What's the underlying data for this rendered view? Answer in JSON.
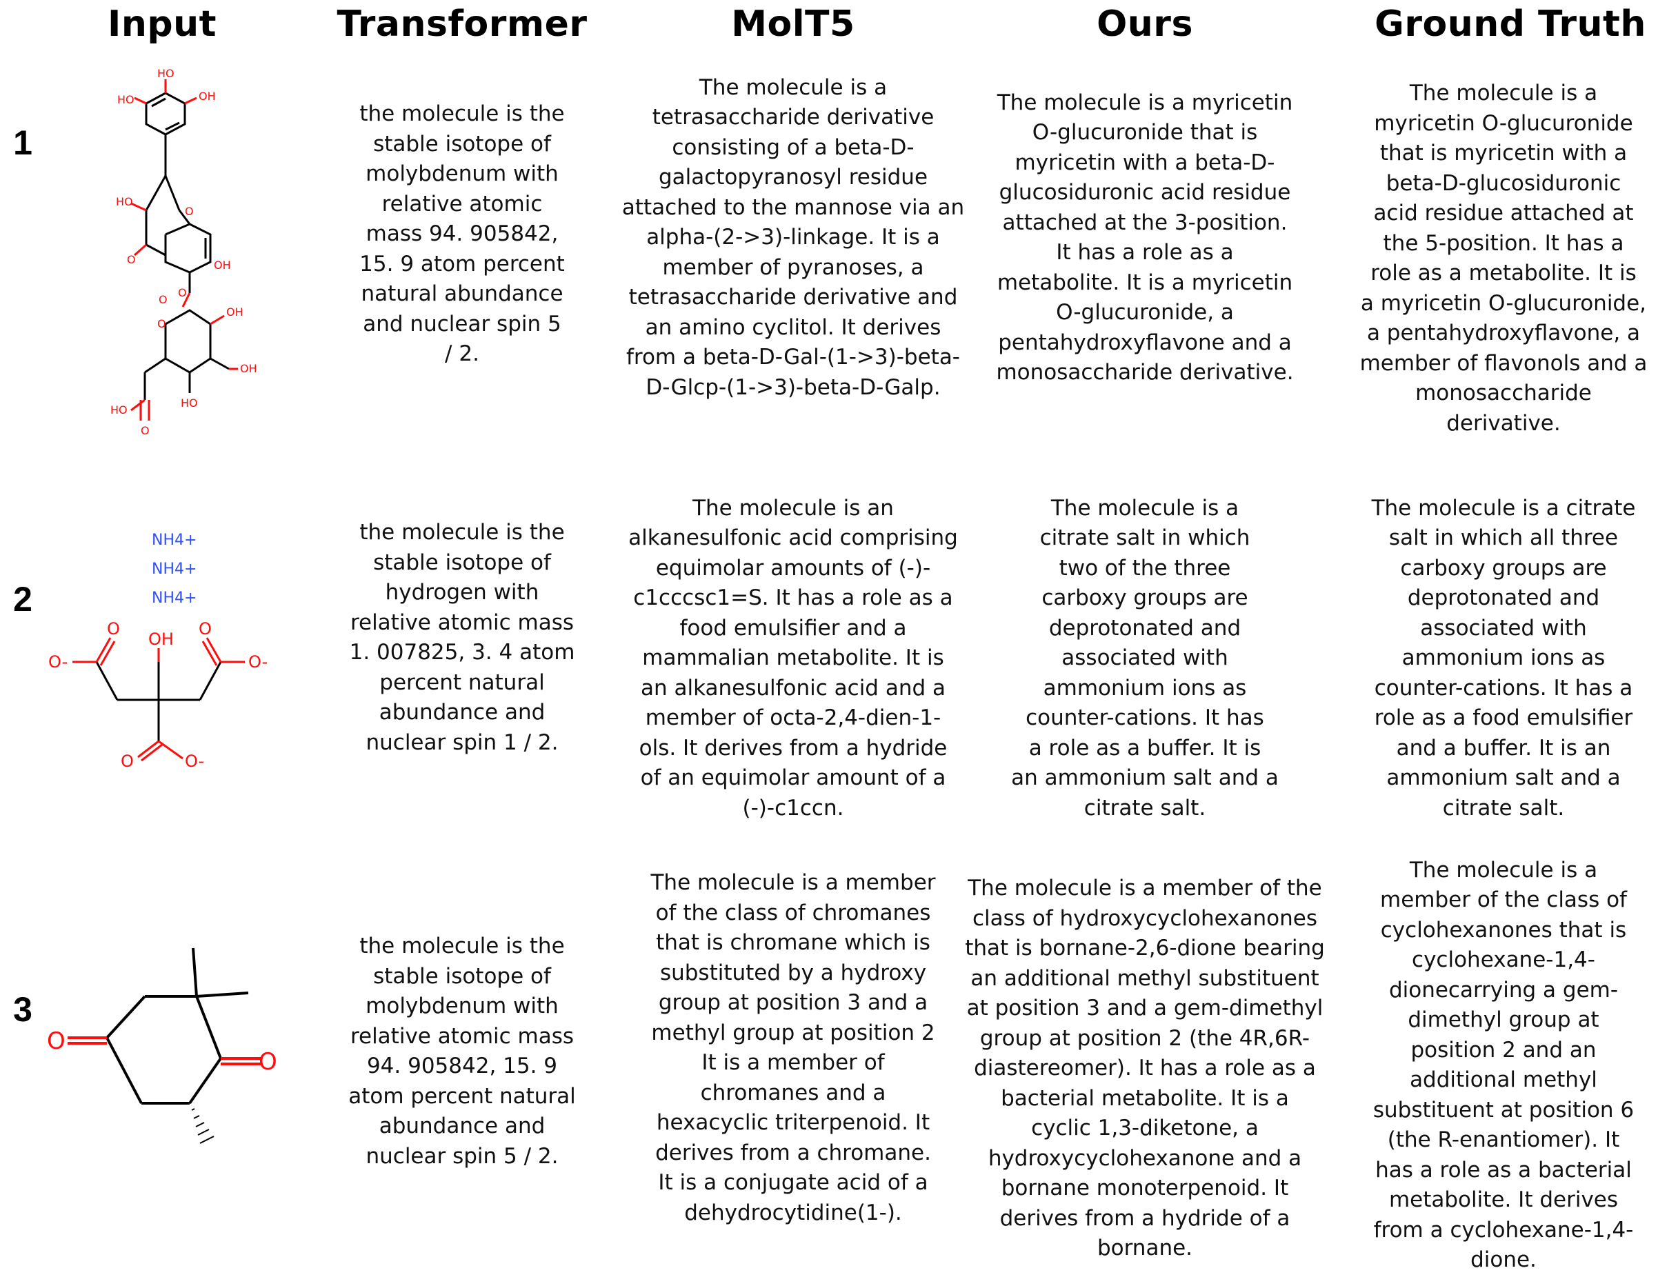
{
  "headers": {
    "input": "Input",
    "transformer": "Transformer",
    "molt5": "MolT5",
    "ours": "Ours",
    "ground_truth": "Ground Truth"
  },
  "rows": [
    {
      "number": "1",
      "molecule_labels": [
        "HO",
        "OH",
        "HO",
        "HO",
        "O",
        "O",
        "OH",
        "O",
        "O",
        "OH",
        "HO",
        "O",
        "OH",
        "HO",
        "O"
      ],
      "transformer": "the molecule is the stable isotope of molybdenum with relative atomic mass 94. 905842, 15. 9 atom percent natural abundance and nuclear spin 5 / 2.",
      "molt5": "The molecule is a tetrasaccharide derivative consisting of a beta-D-galactopyranosyl residue attached to the mannose via an alpha-(2->3)-linkage. It is a member of pyranoses, a tetrasaccharide derivative and an amino cyclitol. It derives from a beta-D-Gal-(1->3)-beta-D-Glcp-(1->3)-beta-D-Galp.",
      "ours": "The molecule is a myricetin O-glucuronide that is myricetin with a beta-D-glucosiduronic acid residue attached at the 3-position. It has a role as a metabolite. It is a myricetin O-glucuronide, a pentahydroxyflavone and a monosaccharide derivative.",
      "ground_truth": "The molecule is a myricetin O-glucuronide that is myricetin with a beta-D-glucosiduronic acid residue attached at the 5-position. It has a role as a metabolite. It is a myricetin O-glucuronide, a pentahydroxyflavone, a member of flavonols and a monosaccharide derivative."
    },
    {
      "number": "2",
      "molecule_labels": [
        "NH4+",
        "NH4+",
        "NH4+",
        "O",
        "O-",
        "OH",
        "O",
        "O-",
        "O",
        "O-"
      ],
      "transformer": "the molecule is the stable isotope of hydrogen with relative atomic mass 1. 007825, 3. 4 atom percent natural abundance and nuclear spin 1 / 2.",
      "molt5": "The molecule is an alkanesulfonic acid comprising equimolar amounts of (-)-c1cccsc1=S. It has a role as a food emulsifier and a mammalian metabolite. It is an alkanesulfonic acid and a member of octa-2,4-dien-1-ols. It derives from a hydride of an equimolar amount of a (-)-c1ccn.",
      "ours": "The molecule is a citrate salt in which two of the three carboxy groups are deprotonated and associated with ammonium ions as counter-cations. It has a role as a buffer. It is an ammonium salt and a citrate salt.",
      "ground_truth": "The molecule is a citrate salt in which all three carboxy groups are deprotonated and associated with ammonium ions as counter-cations. It has a role as a food emulsifier and a buffer. It is an ammonium salt and a citrate salt."
    },
    {
      "number": "3",
      "molecule_labels": [
        "O",
        "O"
      ],
      "transformer": "the molecule is the stable isotope of molybdenum with relative atomic mass 94. 905842, 15. 9 atom percent natural abundance and nuclear spin 5 / 2.",
      "molt5": "The molecule is a member of the class of chromanes that is chromane which is substituted by a hydroxy group at position 3 and a methyl group at position 2 It is a member of chromanes and a hexacyclic triterpenoid. It derives from a chromane. It is a conjugate acid of a dehydrocytidine(1-).",
      "ours": "The molecule is a member of the class of hydroxycyclohexanones that is bornane-2,6-dione bearing an additional methyl substituent at position 3 and a gem-dimethyl group at position 2 (the 4R,6R-diastereomer). It has a role as a bacterial metabolite. It is a cyclic 1,3-diketone, a hydroxycyclohexanone and a bornane monoterpenoid. It derives from a hydride of a bornane.",
      "ground_truth": "The molecule is a member of the class of cyclohexanones that is cyclohexane-1,4-dionecarrying a gem-dimethyl group at position 2 and an additional methyl substituent at position 6 (the R-enantiomer). It has a role as a bacterial metabolite. It derives from a cyclohexane-1,4-dione."
    }
  ],
  "line_breaks": {
    "r0_transformer": [
      "the molecule is the",
      "stable isotope of",
      "molybdenum with",
      "relative atomic",
      "mass 94. 905842,",
      "15. 9 atom percent",
      "natural abundance",
      "and nuclear spin 5",
      "/ 2."
    ],
    "r0_molt5": [
      "The molecule is a",
      "tetrasaccharide derivative",
      "consisting of a beta-D-",
      "galactopyranosyl residue",
      "attached to the mannose via an",
      "alpha-(2->3)-linkage. It is a",
      "member of pyranoses, a",
      "tetrasaccharide derivative and",
      "an amino cyclitol. It derives",
      "from a beta-D-Gal-(1->3)-beta-",
      "D-Glcp-(1->3)-beta-D-Galp."
    ],
    "r0_ours": [
      "The molecule is a myricetin",
      "O-glucuronide that is",
      "myricetin with a beta-D-",
      "glucosiduronic acid residue",
      "attached at the 3-position.",
      "It has a role as a",
      "metabolite. It is a myricetin",
      "O-glucuronide, a",
      "pentahydroxyflavone and a",
      "monosaccharide derivative."
    ],
    "r0_gt": [
      "The molecule is a",
      "myricetin O-glucuronide",
      "that is myricetin with a",
      "beta-D-glucosiduronic",
      "acid residue attached at",
      "the 5-position. It has a",
      "role as a metabolite. It is",
      "a myricetin O-glucuronide,",
      "a pentahydroxyflavone, a",
      "member of flavonols and a",
      "monosaccharide",
      "derivative."
    ],
    "r1_transformer": [
      "the molecule is the",
      "stable isotope of",
      "hydrogen with",
      "relative atomic mass",
      "1. 007825, 3. 4 atom",
      "percent natural",
      "abundance and",
      "nuclear spin 1 / 2."
    ],
    "r1_molt5": [
      "The molecule is an",
      "alkanesulfonic acid comprising",
      "equimolar amounts of (-)-",
      "c1cccsc1=S. It has a role as a",
      "food emulsifier and a",
      "mammalian metabolite. It is",
      "an alkanesulfonic acid and a",
      "member of octa-2,4-dien-1-",
      "ols. It derives from a hydride",
      "of an equimolar amount of a",
      "(-)-c1ccn."
    ],
    "r1_ours": [
      "The molecule is a",
      "citrate salt in which",
      "two of the three",
      "carboxy groups are",
      "deprotonated and",
      "associated with",
      "ammonium ions as",
      "counter-cations. It has",
      "a role as a buffer. It is",
      "an ammonium salt and a",
      "citrate salt."
    ],
    "r1_gt": [
      "The molecule is a citrate",
      "salt in which all three",
      "carboxy groups are",
      "deprotonated and",
      "associated with",
      "ammonium ions as",
      "counter-cations. It has a",
      "role as a food emulsifier",
      "and a buffer. It is an",
      "ammonium salt and a",
      "citrate salt."
    ],
    "r2_transformer": [
      "the molecule is the",
      "stable isotope of",
      "molybdenum with",
      "relative atomic mass",
      "94. 905842, 15. 9",
      "atom percent natural",
      "abundance and",
      "nuclear spin 5 / 2."
    ],
    "r2_molt5": [
      "The molecule is a member",
      "of the class of chromanes",
      "that is chromane which is",
      "substituted by a hydroxy",
      "group at position 3 and a",
      "methyl group at position 2",
      "It is a member of",
      "chromanes and a",
      "hexacyclic triterpenoid. It",
      "derives from a chromane.",
      "It is a conjugate acid of a",
      "dehydrocytidine(1-)."
    ],
    "r2_ours": [
      "The molecule is a member of the",
      "class of hydroxycyclohexanones",
      "that is bornane-2,6-dione bearing",
      "an additional methyl substituent",
      "at position 3 and a gem-dimethyl",
      "group at position 2 (the 4R,6R-",
      "diastereomer). It has a role as a",
      "bacterial metabolite. It is a",
      "cyclic 1,3-diketone, a",
      "hydroxycyclohexanone and a",
      "bornane monoterpenoid. It",
      "derives from a hydride of a",
      "bornane."
    ],
    "r2_gt": [
      "The molecule is a",
      "member of the class of",
      "cyclohexanones that is",
      "cyclohexane-1,4-",
      "dionecarrying a gem-",
      "dimethyl group at",
      "position 2 and an",
      "additional methyl",
      "substituent at position 6",
      "(the R-enantiomer). It",
      "has a role as a bacterial",
      "metabolite. It derives",
      "from a cyclohexane-1,4-",
      "dione."
    ]
  },
  "colors": {
    "heteroatom_oxygen": "#ff0d0d",
    "nitrogen": "#3050f8",
    "bond": "#000000",
    "text": "#111111"
  }
}
